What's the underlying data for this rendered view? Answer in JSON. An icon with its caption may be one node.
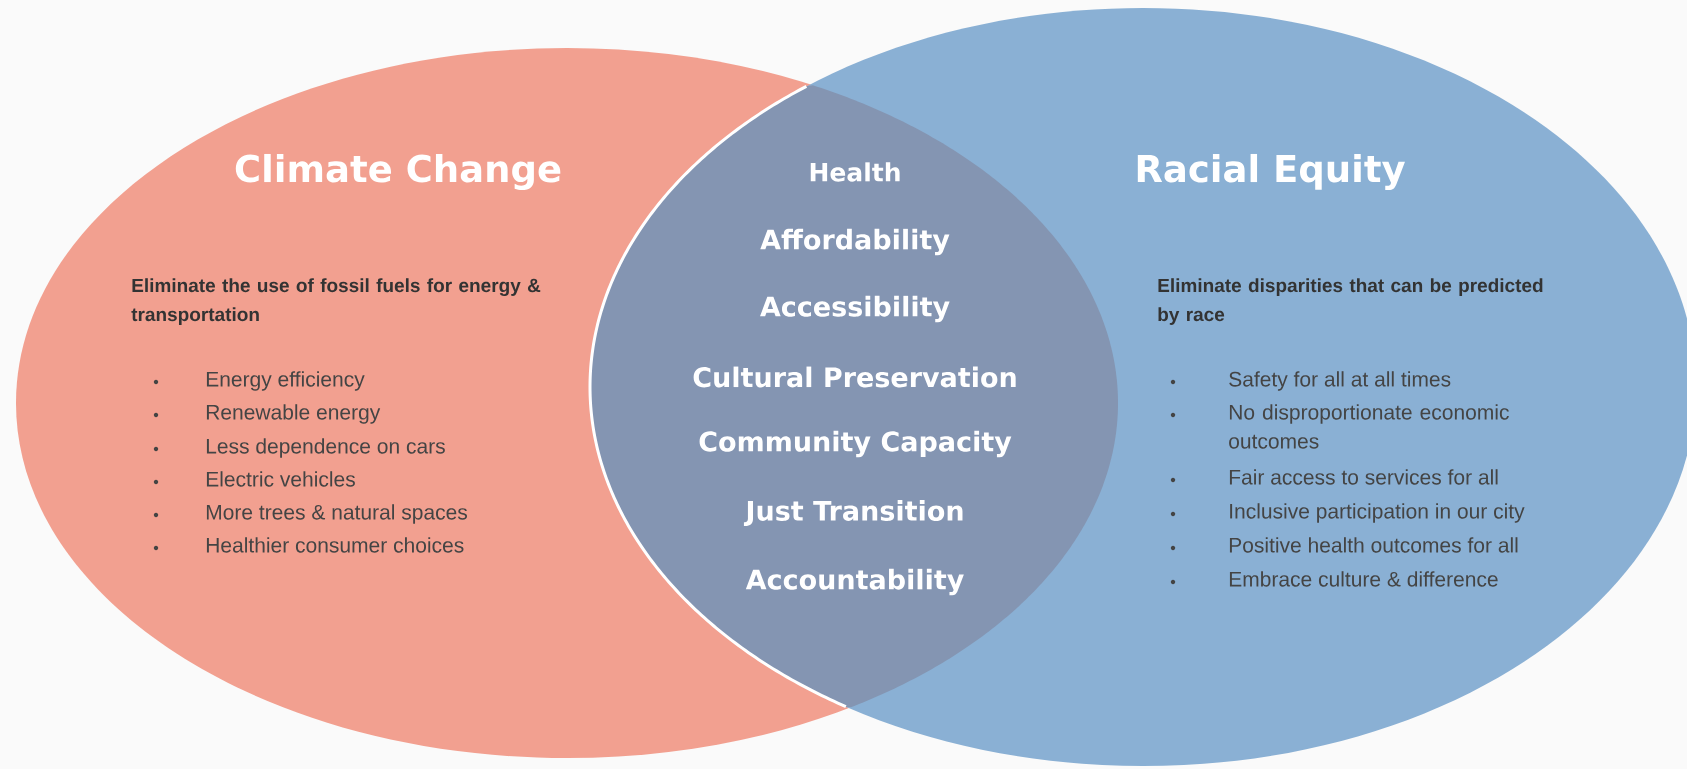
{
  "diagram": {
    "nodes": [
      {
        "text": [
          "Climate Change",
          "Eliminate the use of fossil fuels for energy & transportation",
          "Energy efficiency",
          "Renewable energy",
          "Less dependence on cars",
          "Electric vehicles",
          "More trees & natural spaces",
          "Healthier consumer choices"
        ]
      },
      {
        "text": [
          "Racial Equity",
          "Eliminate disparities that can be predicted by race",
          "Safety for all at all times",
          "No disproportionate economic outcomes",
          "Fair access to services for all",
          "Inclusive participation in our city",
          "Positive health outcomes for all",
          "Embrace culture & difference"
        ]
      },
      {
        "text": [
          "Health",
          "Affordability",
          "Accessibility",
          "Cultural Preservation",
          "Community Capacity",
          "Just Transition",
          "Accountability"
        ]
      }
    ]
  }
}
